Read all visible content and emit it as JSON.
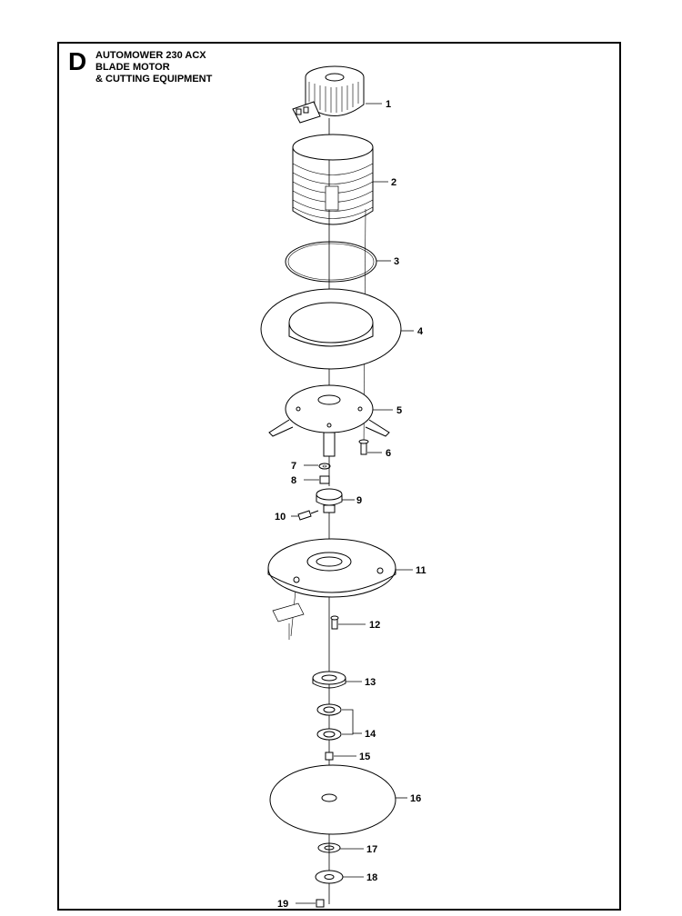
{
  "header": {
    "section_letter": "D",
    "title_lines": [
      "AUTOMOWER 230 ACX",
      "BLADE MOTOR",
      "& CUTTING EQUIPMENT"
    ]
  },
  "callouts": {
    "p1": "1",
    "p2": "2",
    "p3": "3",
    "p4": "4",
    "p5": "5",
    "p6": "6",
    "p7": "7",
    "p8": "8",
    "p9": "9",
    "p10": "10",
    "p11": "11",
    "p12": "12",
    "p13": "13",
    "p14": "14",
    "p15": "15",
    "p16": "16",
    "p17": "17",
    "p18": "18",
    "p19": "19"
  }
}
